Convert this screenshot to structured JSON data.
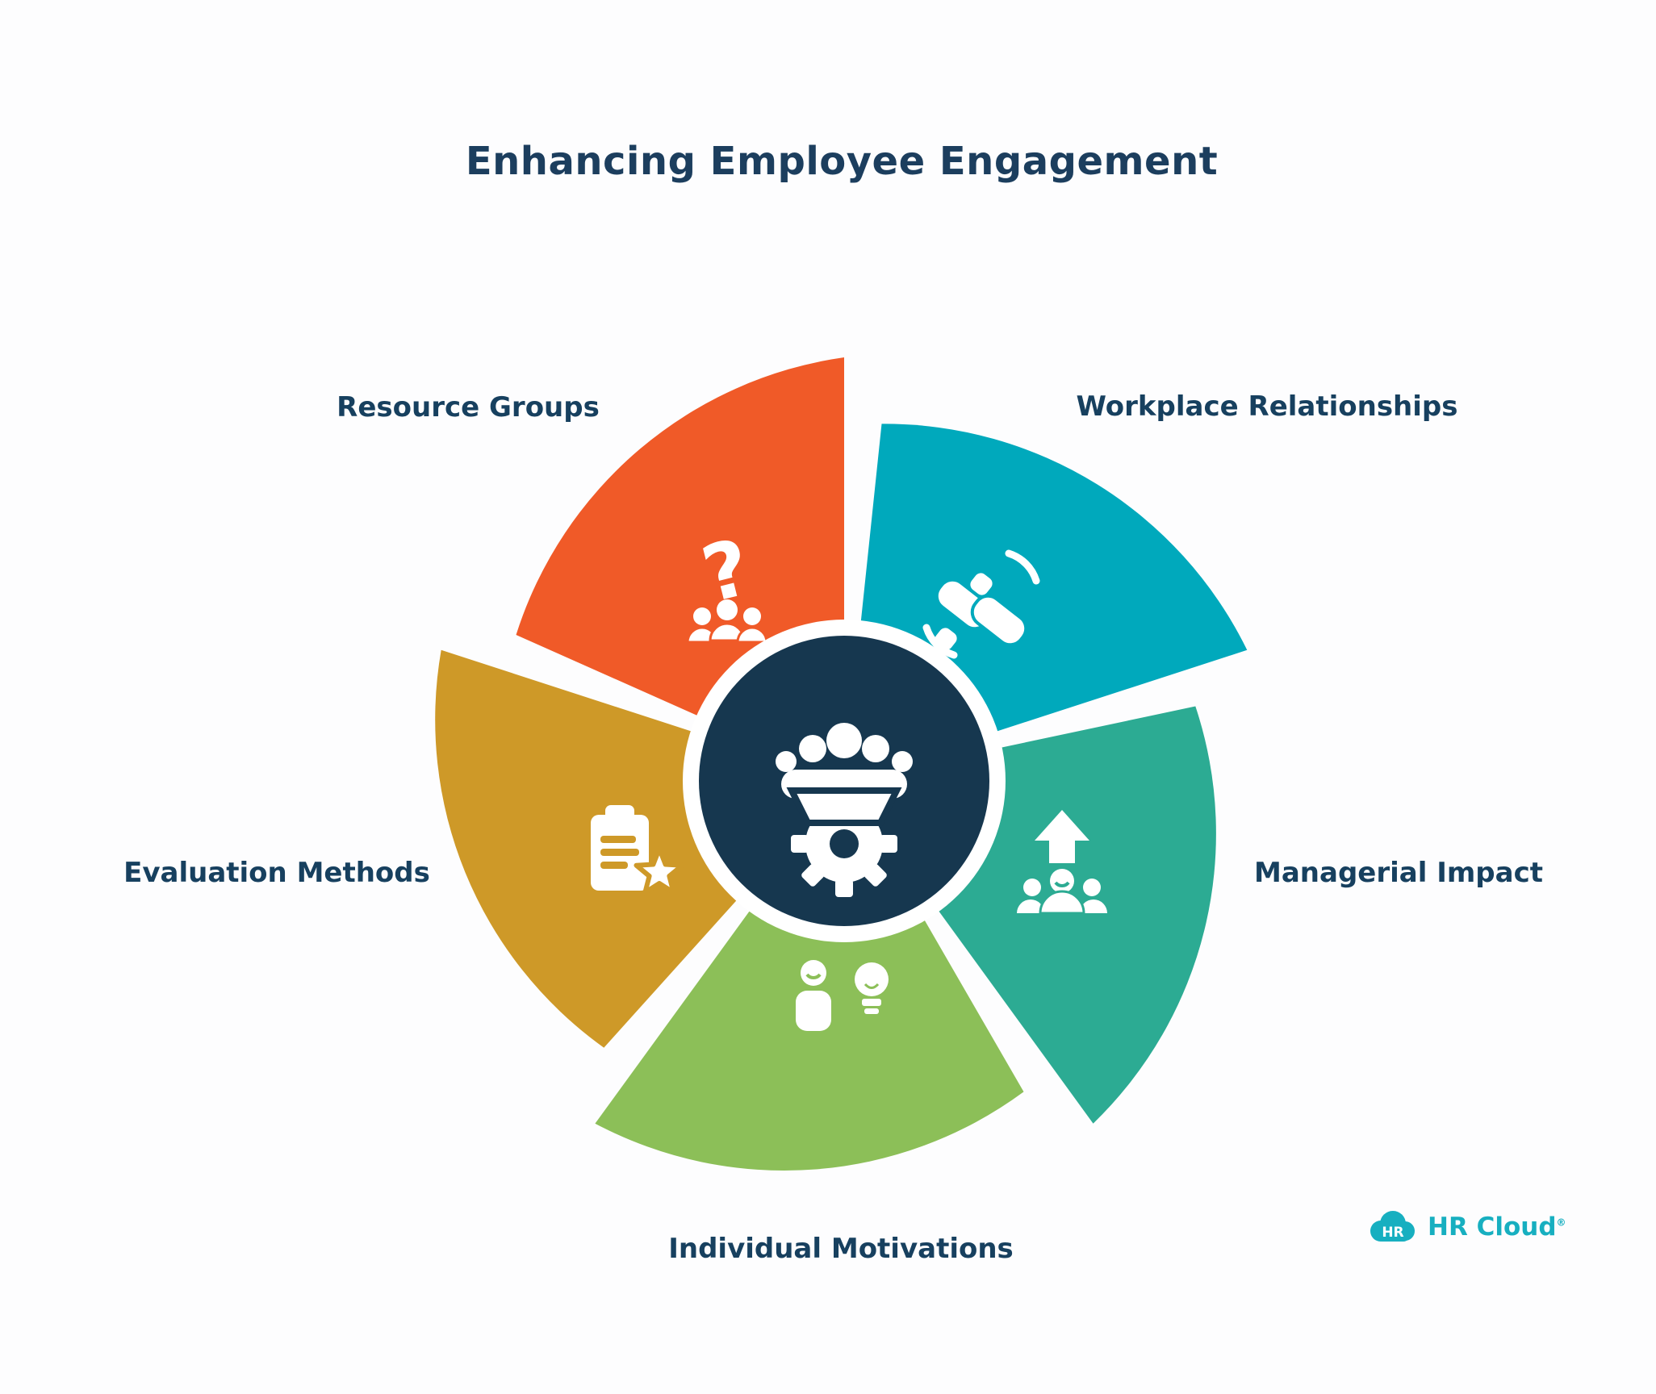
{
  "title": "Enhancing Employee Engagement",
  "segments": [
    {
      "label": "Resource Groups",
      "color": "#F05A28",
      "icon": "resource-groups-question-people-icon",
      "glyph": "?"
    },
    {
      "label": "Workplace Relationships",
      "color": "#00A9BC",
      "icon": "workplace-relationships-handshake-icon"
    },
    {
      "label": "Managerial Impact",
      "color": "#2CAB93",
      "icon": "managerial-impact-growth-icon"
    },
    {
      "label": "Individual Motivations",
      "color": "#8CBF58",
      "icon": "individual-motivations-idea-icon"
    },
    {
      "label": "Evaluation Methods",
      "color": "#CE9928",
      "icon": "evaluation-methods-clipboard-star-icon"
    }
  ],
  "center": {
    "color": "#16374F",
    "icon": "team-gear-icon",
    "icon_color": "#FFFFFF"
  },
  "logo": {
    "badge": "HR",
    "wordmark": "HR Cloud",
    "registered": "®",
    "color": "#17AFC0"
  },
  "colors": {
    "background": "#FDFDFE",
    "title_text": "#1C3E5E",
    "label_text": "#17405F"
  }
}
